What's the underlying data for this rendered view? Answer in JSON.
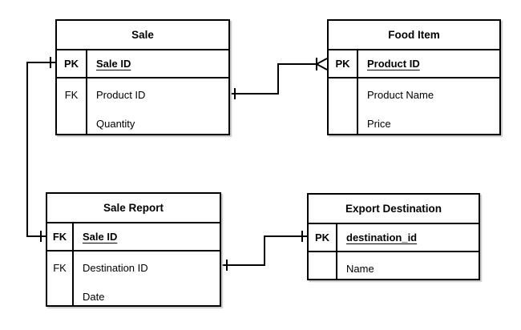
{
  "diagram": {
    "type": "entity-relationship",
    "background_color": "#ffffff",
    "line_color": "#000000",
    "entities": [
      {
        "id": "sale",
        "title": "Sale",
        "key_row": {
          "key": "PK",
          "name": "Sale ID",
          "underlined": true
        },
        "body_rows": [
          {
            "key": "FK",
            "name": "Product ID"
          },
          {
            "key": "",
            "name": "Quantity"
          }
        ]
      },
      {
        "id": "food_item",
        "title": "Food Item",
        "key_row": {
          "key": "PK",
          "name": "Product ID",
          "underlined": true
        },
        "body_rows": [
          {
            "key": "",
            "name": "Product Name"
          },
          {
            "key": "",
            "name": "Price"
          }
        ]
      },
      {
        "id": "sale_report",
        "title": "Sale Report",
        "key_row": {
          "key": "FK",
          "name": "Sale ID",
          "underlined": true
        },
        "body_rows": [
          {
            "key": "FK",
            "name": "Destination ID"
          },
          {
            "key": "",
            "name": "Date"
          }
        ]
      },
      {
        "id": "export_destination",
        "title": "Export Destination",
        "key_row": {
          "key": "PK",
          "name": "destination_id",
          "underlined": true
        },
        "body_rows": [
          {
            "key": "",
            "name": "Name"
          }
        ]
      }
    ],
    "relationships": [
      {
        "from": "Sale.Product ID",
        "to": "Food Item.Product ID",
        "from_marker": "one-tick",
        "to_marker": "many-crowfoot-tick"
      },
      {
        "from": "Sale.Sale ID",
        "to": "Sale Report.Sale ID",
        "from_marker": "one-tick",
        "to_marker": "one-tick"
      },
      {
        "from": "Sale Report.Destination ID",
        "to": "Export Destination.destination_id",
        "from_marker": "one-tick",
        "to_marker": "one-tick"
      }
    ]
  }
}
